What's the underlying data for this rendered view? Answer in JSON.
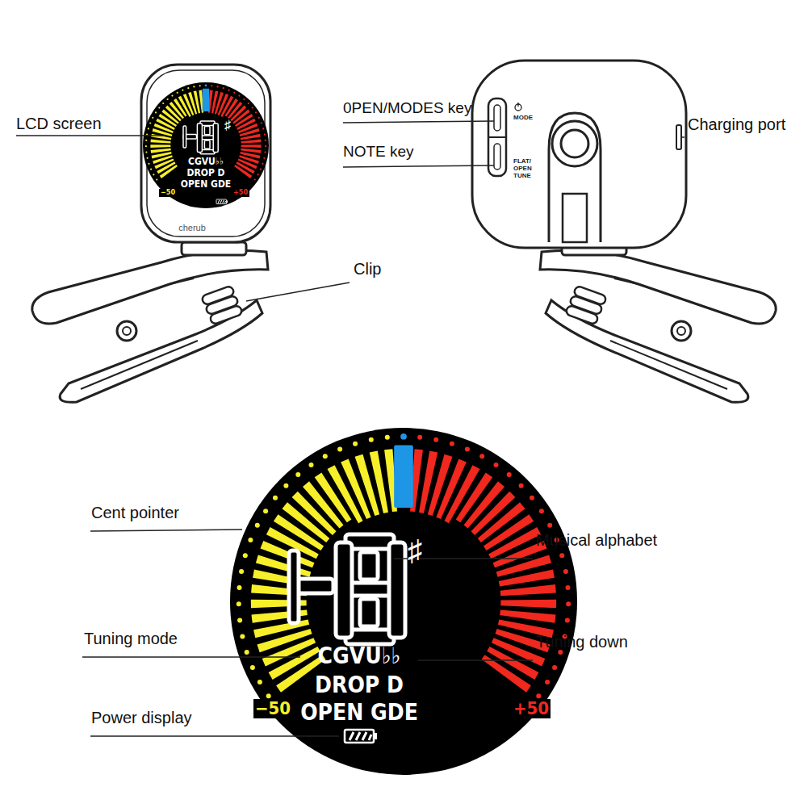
{
  "diagram": {
    "labels": [
      "LCD screen",
      "0PEN/MODES key",
      "NOTE key",
      "Charging port",
      "Clip",
      "CGVU♭♭",
      "DROP D",
      "OPEN GDE",
      "−50",
      "+50",
      "♯",
      "cherub",
      "MODE",
      "FLAT/ OPEN TUNE",
      "Cent pointer",
      "Musical alphabet",
      "Tuning mode",
      "Tuning down",
      "Power display",
      "CGVU♭♭",
      "DROP D",
      "OPEN GDE",
      "−50",
      "+50",
      "♯"
    ]
  }
}
